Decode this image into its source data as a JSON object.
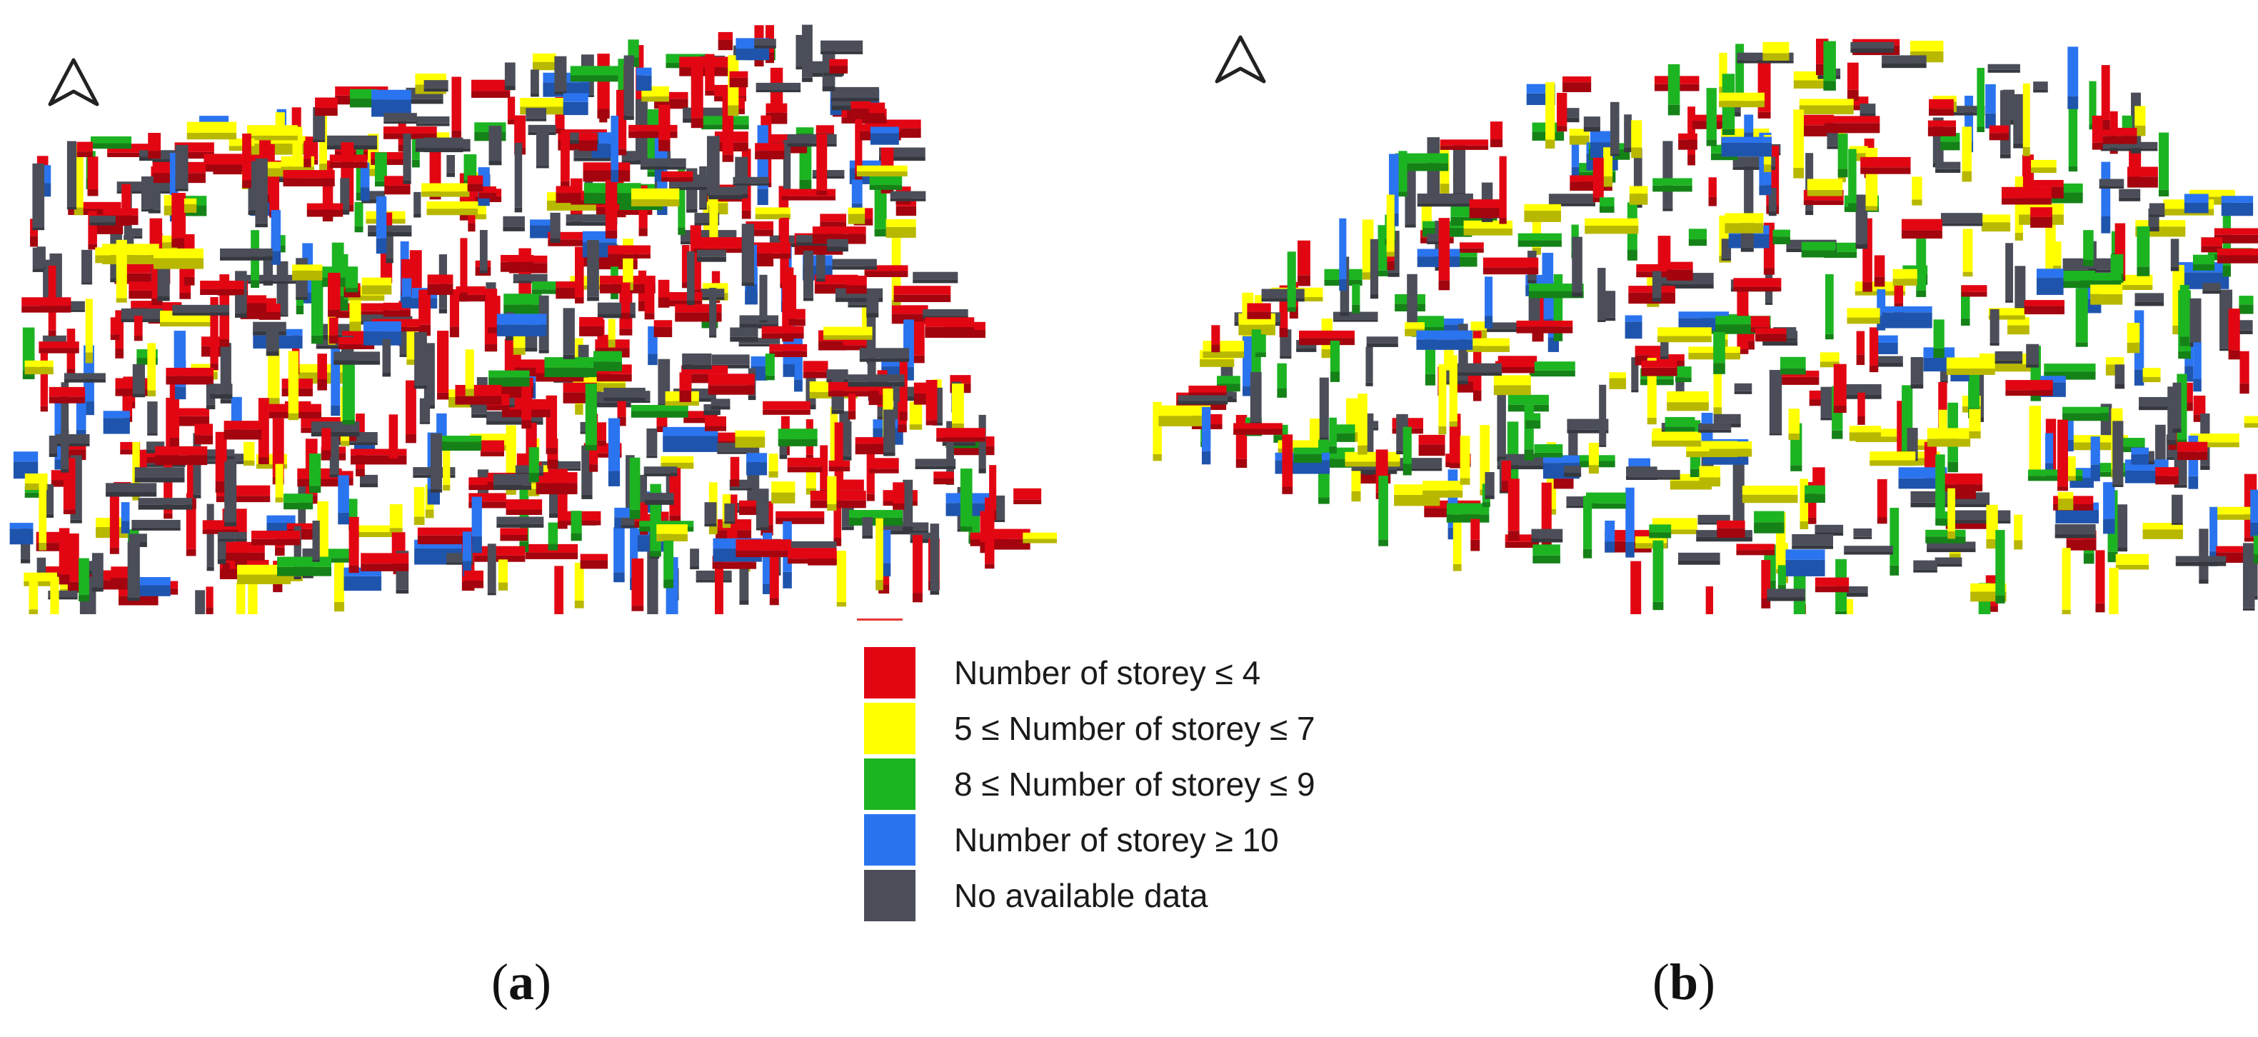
{
  "legend": {
    "items": [
      {
        "label": "Number of storey ≤ 4",
        "color": "#e20613"
      },
      {
        "label": "5 ≤ Number of storey ≤ 7",
        "color": "#ffff00"
      },
      {
        "label": "8 ≤ Number of storey ≤ 9",
        "color": "#1db422"
      },
      {
        "label": "Number of storey ≥ 10",
        "color": "#2b74f0"
      },
      {
        "label": "No available data",
        "color": "#4b4e58"
      }
    ]
  },
  "panels": [
    {
      "caption_open": "(",
      "caption_letter": "a",
      "caption_close": ")"
    },
    {
      "caption_open": "(",
      "caption_letter": "b",
      "caption_close": ")"
    }
  ],
  "icons": {
    "north_arrow": "north-arrow-icon"
  }
}
